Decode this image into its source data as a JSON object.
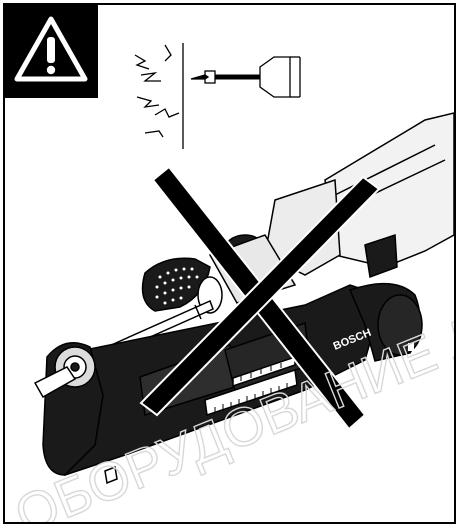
{
  "warning_icon": {
    "name": "warning-triangle-icon"
  },
  "illustration": {
    "name": "rotary-hammer-with-dust-extraction-forbidden",
    "detail_icon": "drilling-into-wall-icon",
    "prohibited_mark": "cross-out-icon",
    "brand_on_tool": "BOSCH"
  },
  "watermark": {
    "text": "ОБОРУДОВАНИЕ ДЛЯ РЕШЕНИЯ",
    "color": "#d8d8d8"
  },
  "colors": {
    "ink": "#000000",
    "tool_dark": "#1a1a1a",
    "tool_light": "#f2f2f2",
    "background": "#ffffff"
  }
}
